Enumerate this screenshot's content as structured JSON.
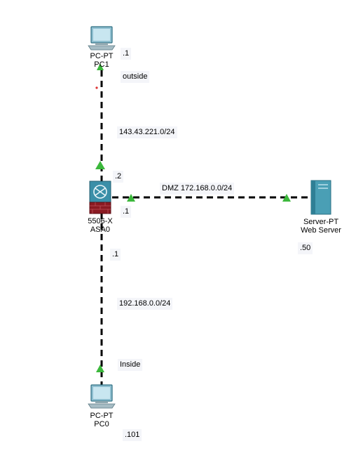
{
  "devices": {
    "pc1": {
      "type": "PC-PT",
      "name": "PC1"
    },
    "asa": {
      "type": "5506-X",
      "name": "ASA0"
    },
    "server": {
      "type": "Server-PT",
      "name": "Web Server"
    },
    "pc0": {
      "type": "PC-PT",
      "name": "PC0"
    }
  },
  "labels": {
    "pc1_host": ".1",
    "outside": "outside",
    "net_outside": "143.43.221.0/24",
    "asa_outside_ip": ".2",
    "dmz_network": "DMZ 172.168.0.0/24",
    "asa_dmz_ip": ".1",
    "server_host": ".50",
    "asa_inside_ip": ".1",
    "net_inside": "192.168.0.0/24",
    "inside": "Inside",
    "pc0_host": ".101"
  },
  "colors": {
    "link": "#000000",
    "port_up": "#3cb83c",
    "device_blue": "#3a8fa8",
    "asa_red": "#8b1a22",
    "label_bg": "#f4f5f9"
  }
}
